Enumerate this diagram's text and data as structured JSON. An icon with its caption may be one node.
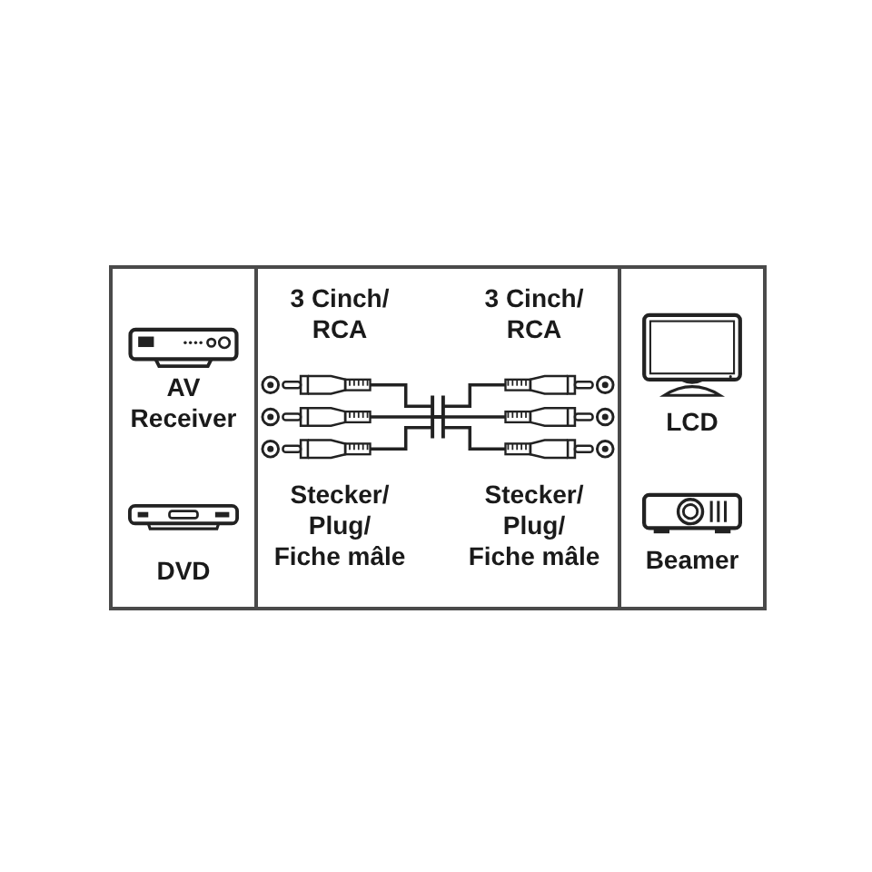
{
  "diagram": {
    "nodes": [
      {
        "text": [
          "AV Receiver",
          "DVD"
        ]
      },
      {
        "text": [
          "3 Cinch/ RCA",
          "3 Cinch/ RCA",
          "Stecker/ Plug/ Fiche mâle",
          "Stecker/ Plug/ Fiche mâle"
        ]
      },
      {
        "text": [
          "LCD",
          "Beamer"
        ]
      }
    ]
  }
}
